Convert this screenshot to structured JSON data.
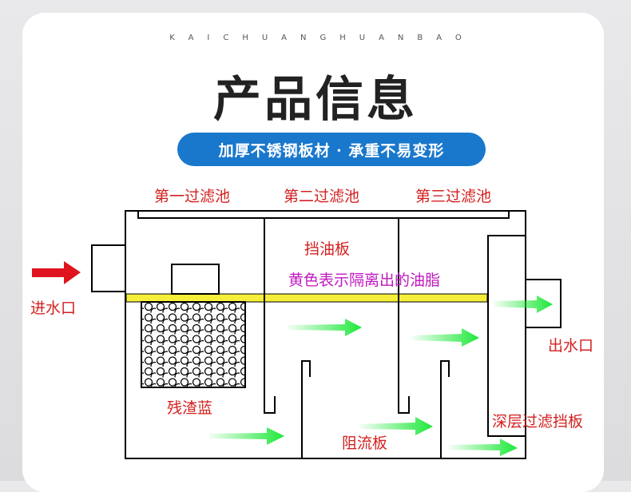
{
  "header": {
    "spell": "KAICHUANGHUANBAO",
    "title": "产品信息",
    "subtitle": "加厚不锈钢板材 · 承重不易变形"
  },
  "labels": {
    "stage1": "第一过滤池",
    "stage2": "第二过滤池",
    "stage3": "第三过滤池",
    "oil_baffle": "挡油板",
    "oil_note": "黄色表示隔离出的油脂",
    "inlet": "进水口",
    "outlet": "出水口",
    "basket": "残渣蓝",
    "flow_baffle": "阻流板",
    "deep_baffle": "深层过滤挡板"
  },
  "colors": {
    "label_red": "#d42020",
    "note_magenta": "#c018c0",
    "oil_yellow": "#f5ee3a",
    "flow_green": "#1ee83a",
    "inlet_red": "#e0141e",
    "pill_blue": "#1978cc"
  }
}
